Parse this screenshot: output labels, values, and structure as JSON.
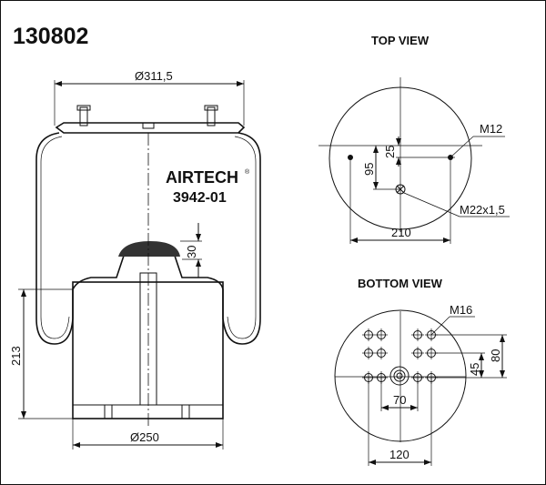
{
  "part_number": "130802",
  "brand": "AIRTECH",
  "brand_reg": "®",
  "model": "3942-01",
  "side_view": {
    "dim_top_diameter": "Ø311,5",
    "dim_piston_diameter": "Ø250",
    "dim_height": "213",
    "dim_cap": "30"
  },
  "top_view": {
    "title": "TOP VIEW",
    "thread_studs": "M12",
    "thread_center": "M22x1,5",
    "dim_offset_small": "25",
    "dim_offset_large": "95",
    "dim_width": "210"
  },
  "bottom_view": {
    "title": "BOTTOM VIEW",
    "thread": "M16",
    "dim_inner": "70",
    "dim_outer": "120",
    "dim_row_small": "45",
    "dim_row_large": "80"
  }
}
